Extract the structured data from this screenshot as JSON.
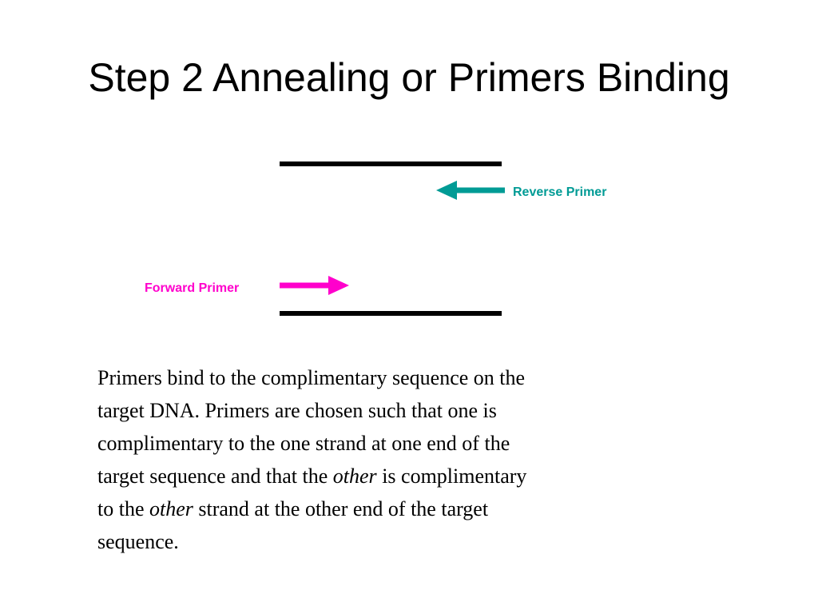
{
  "slide": {
    "title": "Step 2 Annealing or Primers Binding"
  },
  "diagram": {
    "reverse_primer": {
      "label": "Reverse Primer",
      "color": "#009B95"
    },
    "forward_primer": {
      "label": "Forward Primer",
      "color": "#FF00CC"
    },
    "strand_color": "#000000"
  },
  "body": {
    "line1": "Primers bind to the complimentary sequence on  the",
    "line2": "target DNA.  Primers are chosen such that one is",
    "line3": "complimentary to the one strand at one end of the",
    "line4_a": "target sequence and that the ",
    "line4_em": "other",
    "line4_b": " is complimentary",
    "line5_a": "to the ",
    "line5_em": "other",
    "line5_b": " strand at the other end of the target",
    "line6": "sequence."
  }
}
